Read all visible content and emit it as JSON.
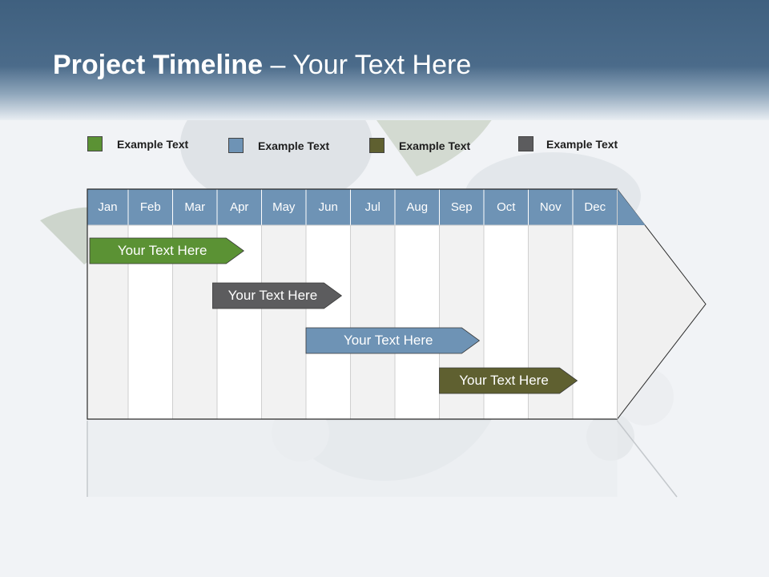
{
  "slide": {
    "title_bold": "Project Timeline",
    "title_rest": " – Your Text Here"
  },
  "legend": [
    {
      "label": "Example Text",
      "color": "#5b9234"
    },
    {
      "label": "Example Text",
      "color": "#6e93b5"
    },
    {
      "label": "Example Text",
      "color": "#5f6030"
    },
    {
      "label": "Example Text",
      "color": "#5c5c5e"
    }
  ],
  "timeline": {
    "months": [
      "Jan",
      "Feb",
      "Mar",
      "Apr",
      "May",
      "Jun",
      "Jul",
      "Aug",
      "Sep",
      "Oct",
      "Nov",
      "Dec"
    ],
    "header_color": "#6e93b5"
  },
  "tasks": [
    {
      "label": "Your  Text Here",
      "start_month": 1,
      "end_month": 4.6,
      "color": "#5b9234"
    },
    {
      "label": "Your  Text Here",
      "start_month": 3.9,
      "end_month": 6.8,
      "color": "#5c5c5e"
    },
    {
      "label": "Your  Text Here",
      "start_month": 6.0,
      "end_month": 9.9,
      "color": "#6e93b5"
    },
    {
      "label": "Your  Text Here",
      "start_month": 9.0,
      "end_month": 12.1,
      "color": "#5f6030"
    }
  ]
}
